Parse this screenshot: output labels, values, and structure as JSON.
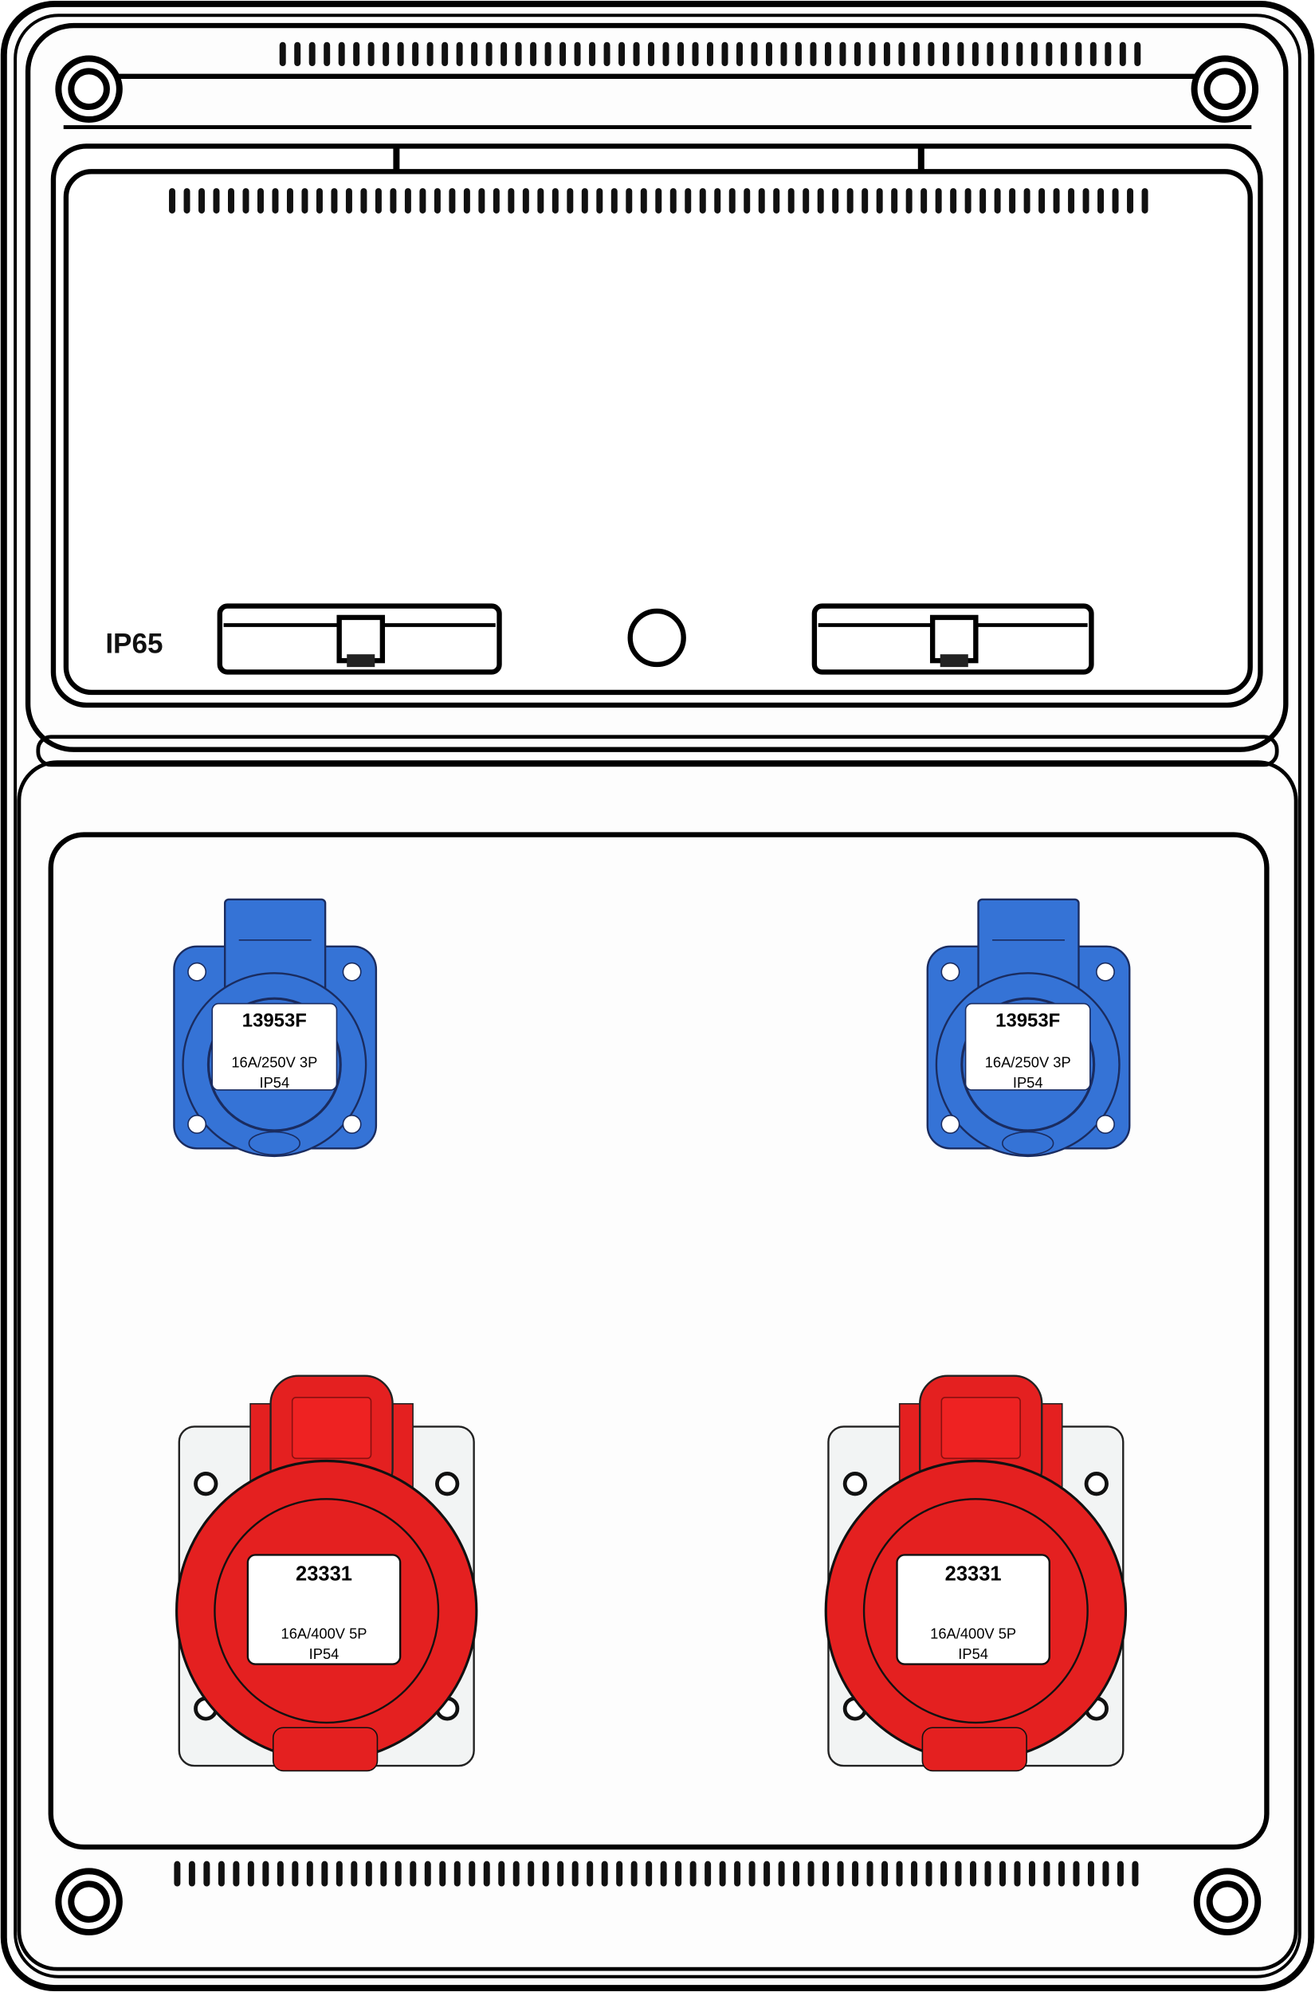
{
  "enclosure": {
    "rating_label": "IP65"
  },
  "sockets": [
    {
      "code": "13953F",
      "spec": "16A/250V 3P",
      "ip": "IP54",
      "color": "#3573d6"
    },
    {
      "code": "13953F",
      "spec": "16A/250V 3P",
      "ip": "IP54",
      "color": "#3573d6"
    },
    {
      "code": "23331",
      "spec": "16A/400V 5P",
      "ip": "IP54",
      "color": "#e42020"
    },
    {
      "code": "23331",
      "spec": "16A/400V 5P",
      "ip": "IP54",
      "color": "#e42020"
    }
  ]
}
